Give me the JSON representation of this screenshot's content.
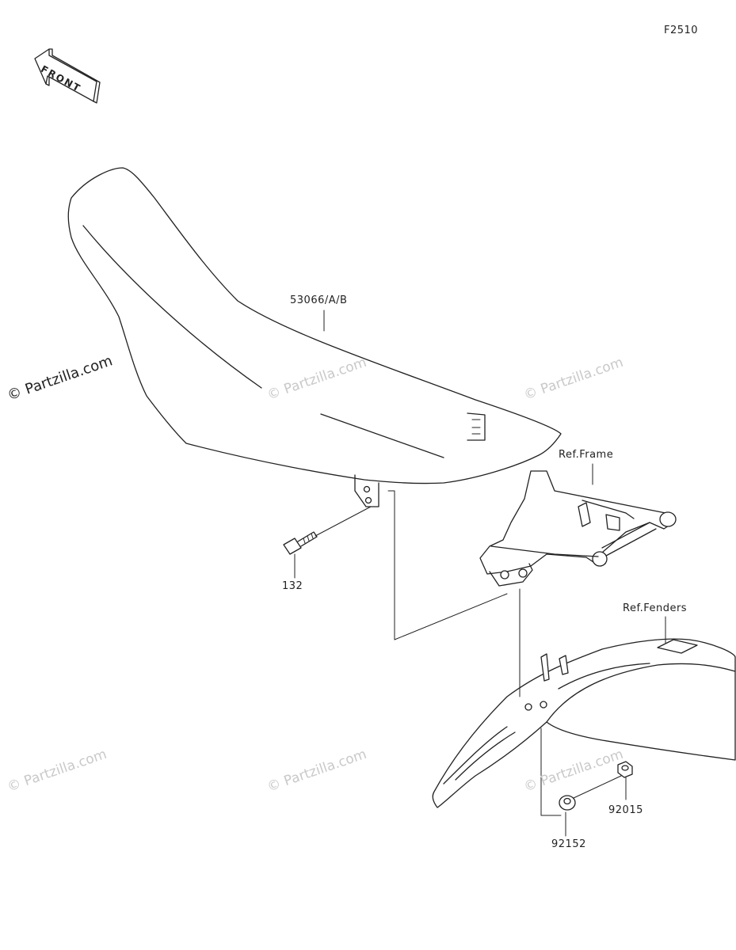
{
  "diagram_code": "F2510",
  "front_label": "FRONT",
  "parts": {
    "seat": "53066/A/B",
    "bolt": "132",
    "collar": "92152",
    "nut": "92015"
  },
  "references": {
    "frame": "Ref.Frame",
    "fenders": "Ref.Fenders"
  },
  "watermark": "© Partzilla.com",
  "colors": {
    "line": "#222222",
    "watermark": "#c9c9c9",
    "background": "#ffffff"
  }
}
